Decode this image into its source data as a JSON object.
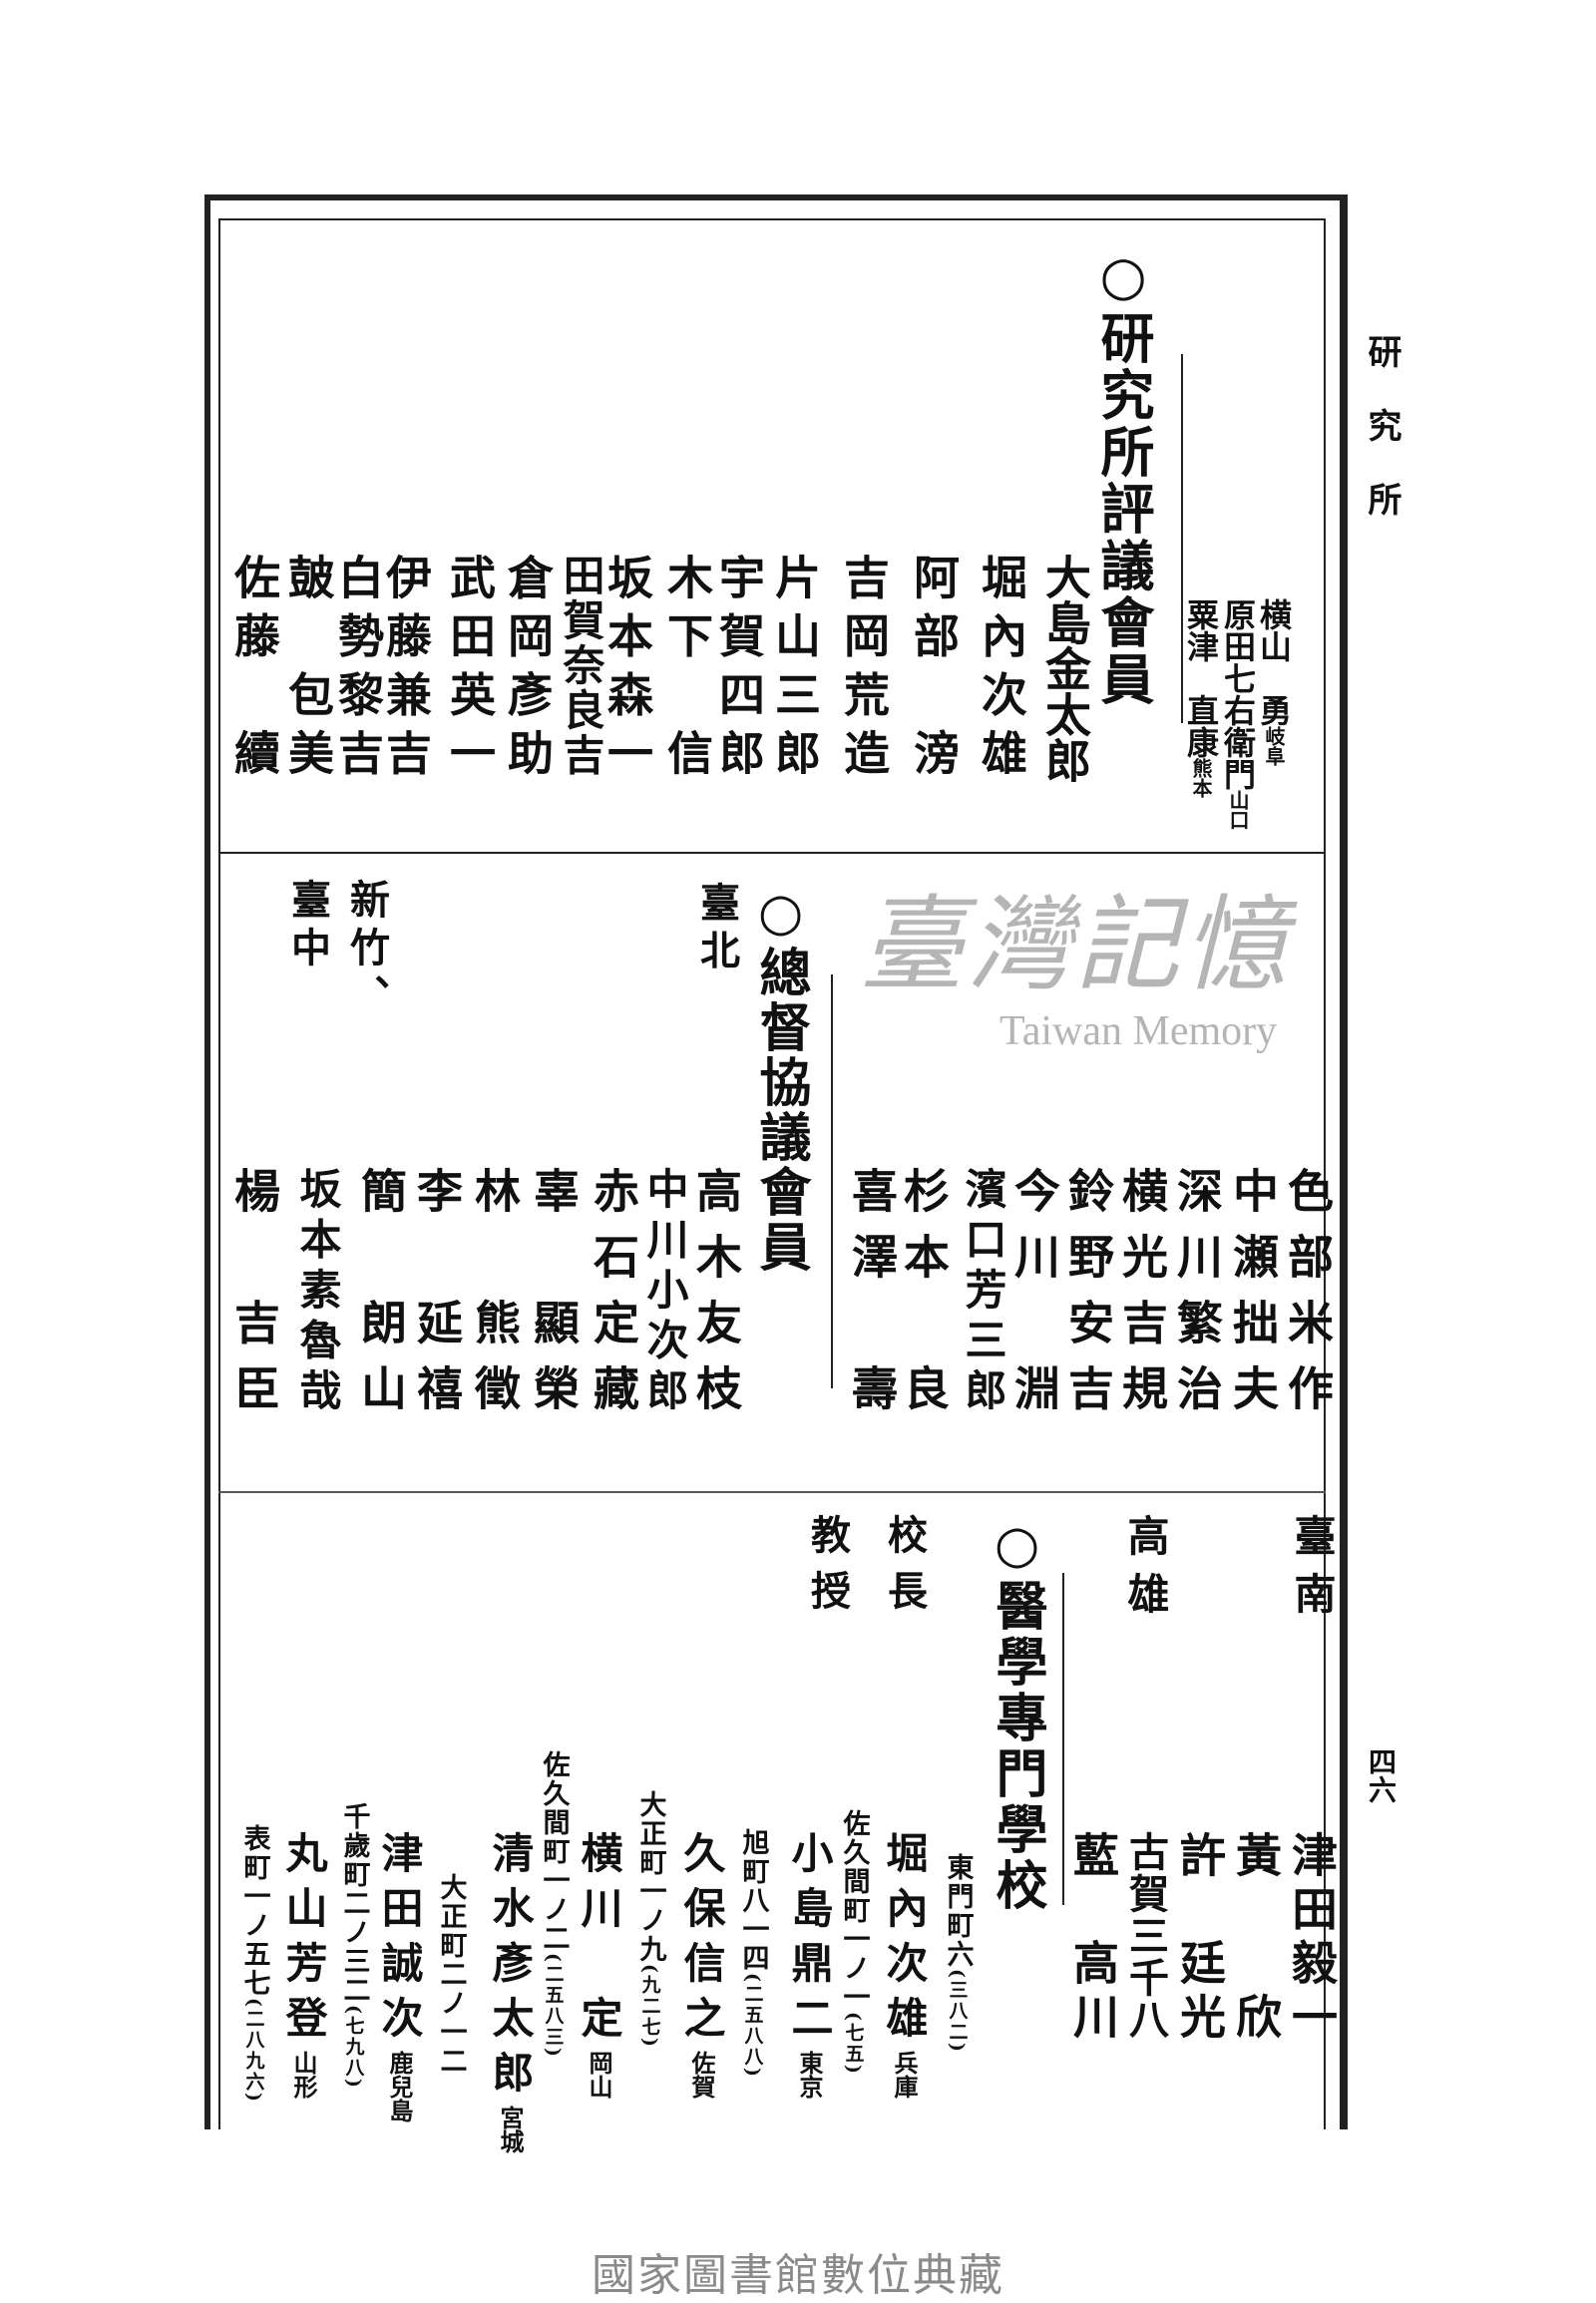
{
  "running_header": {
    "section": "研究所",
    "page_number": "四六"
  },
  "research_council": {
    "title": "○研究所評議會員",
    "extra_members": [
      {
        "name": "横山　勇",
        "pref": "岐阜"
      },
      {
        "name": "原田七右衛門",
        "pref": "山口"
      },
      {
        "name": "粟津　直康",
        "pref": "熊本"
      }
    ],
    "members": [
      "大島金太郎",
      "堀內次雄",
      "阿部　滂",
      "吉岡荒造",
      "片山三郎",
      "宇賀四郎",
      "木下　信",
      "坂本森一",
      "田賀奈良吉",
      "倉岡彥助",
      "武田英一",
      "伊藤兼吉",
      "白勢黎吉",
      "皷　包美",
      "佐藤　續"
    ]
  },
  "governor_council": {
    "title": "○總督協議會員",
    "region_taipei": "臺北",
    "region_hsinchu": "新竹、",
    "region_taichung": "臺中",
    "members_right": [
      "色部米作",
      "中瀬拙夫",
      "深川繁治",
      "横光吉規",
      "鈴野安吉",
      "今川　淵",
      "濱口芳三郎",
      "杉本　良",
      "喜澤　壽"
    ],
    "members_left": [
      "高木友枝",
      "中川小次郎",
      "赤石定藏",
      "辜　顯榮",
      "林　熊徵",
      "李　延禧",
      "簡　朗山",
      "坂本素魯哉",
      "楊　吉臣"
    ]
  },
  "tainan_kaohsiung": {
    "region_tainan": "臺南",
    "tainan_members": [
      "津田毅一",
      "黃　　欣",
      "許　廷光"
    ],
    "region_kaohsiung": "高雄",
    "kaohsiung_members": [
      "古賀三千八",
      "藍　高川"
    ]
  },
  "medical_school": {
    "title": "○醫學專門學校",
    "role_principal": "校長",
    "role_professor": "教授",
    "staff": [
      {
        "name": "堀內次雄",
        "pref": "兵庫",
        "address": "東門町六",
        "phone": "(三八二)"
      },
      {
        "name": "小島鼎二",
        "pref": "東京",
        "address": "佐久間町一ノ一",
        "phone": "(七五)"
      },
      {
        "name": "久保信之",
        "pref": "佐賀",
        "address": "旭町八一四",
        "phone": "(二五八八)"
      },
      {
        "name": "横川　定",
        "pref": "岡山",
        "address": "大正町一ノ九",
        "phone": "(九二七)"
      },
      {
        "name": "清水彥太郎",
        "pref": "宮城",
        "address": "佐久間町一ノ二",
        "phone": "(二五八三)"
      },
      {
        "name": "津田誠次",
        "pref": "鹿兒島",
        "address": "大正町二ノ一二",
        "phone": ""
      },
      {
        "name": "丸山芳登",
        "pref": "山形",
        "address": "千歲町二ノ三二",
        "phone": "(七九八)"
      },
      {
        "name": "",
        "pref": "",
        "address": "表町一ノ五七",
        "phone": "(二八九六)"
      }
    ]
  },
  "watermark": {
    "chinese": "臺灣記憶",
    "english": "Taiwan Memory"
  },
  "footer": "國家圖書館數位典藏"
}
